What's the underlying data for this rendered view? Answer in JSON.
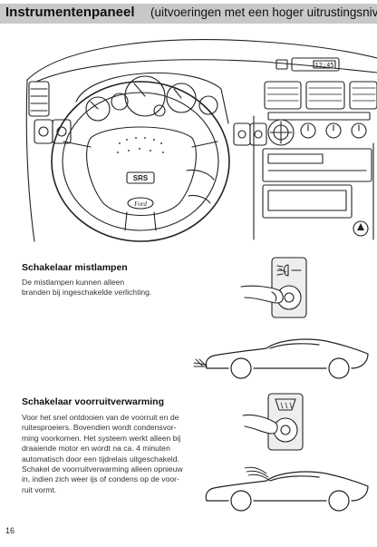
{
  "header": {
    "title_bold": "Instrumentenpaneel",
    "title_rest": "(uitvoeringen met een hoger uitrustingsniveau)"
  },
  "dashboard": {
    "clock": "12:45",
    "steering_badge": "SRS",
    "brand_logo": "Ford"
  },
  "sections": [
    {
      "heading": "Schakelaar mistlampen",
      "lines": [
        "De mistlampen kunnen alleen",
        "branden bij ingeschakelde verlichting."
      ],
      "switch_icon": "fog-lamp-icon"
    },
    {
      "heading": "Schakelaar voorruitverwarming",
      "lines": [
        "Voor het snel ontdooien van de voorruit en de",
        "ruitesproeiers. Bovendien wordt condensvor-",
        "ming voorkomen. Het systeem werkt alleen bij",
        "draaiende motor en wordt na ca. 4 minuten",
        "automatisch door een tijdrelais uitgeschakeld.",
        "Schakel de voorruitverwarming alleen opnieuw",
        "in, indien zich weer ijs of condens op de voor-",
        "ruit vormt."
      ],
      "switch_icon": "windscreen-heater-icon"
    }
  ],
  "page_number": "16",
  "colors": {
    "header_bg": "#c8c8c8",
    "line_art": "#222222",
    "text": "#333333"
  }
}
